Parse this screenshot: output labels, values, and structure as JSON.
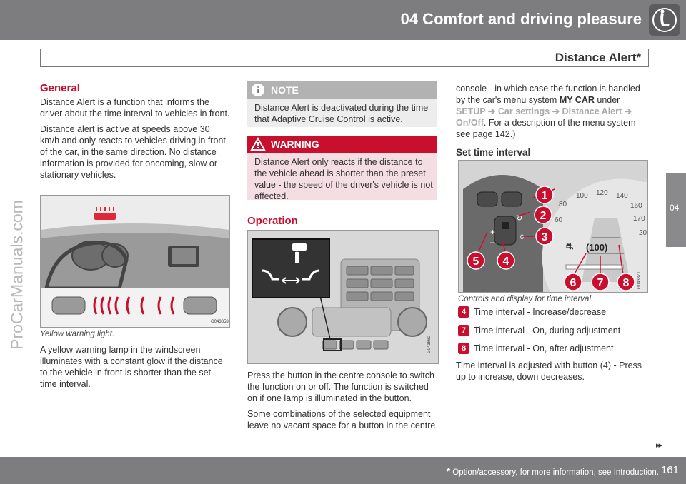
{
  "header": {
    "chapter_title": "04 Comfort and driving pleasure",
    "section_title": "Distance Alert*",
    "side_tab": "04"
  },
  "watermark": "ProCarManuals.com",
  "col1": {
    "heading": "General",
    "p1": "Distance Alert is a function that informs the driver about the time interval to vehicles in front.",
    "p2": "Distance alert is active at speeds above 30 km/h and only reacts to vehicles driving in front of the car, in the same direction. No distance information is provided for oncoming, slow or stationary vehicles.",
    "figure_code": "G043858",
    "caption": "Yellow warning light.",
    "p3": "A yellow warning lamp in the windscreen illuminates with a constant glow if the distance to the vehicle in front is shorter than the set time interval."
  },
  "col2": {
    "note": {
      "label": "NOTE",
      "text": "Distance Alert is deactivated during the time that Adaptive Cruise Control is active."
    },
    "warning": {
      "label": "WARNING",
      "text": "Distance Alert only reacts if the distance to the vehicle ahead is shorter than the preset value - the speed of the driver's vehicle is not affected."
    },
    "heading": "Operation",
    "figure_code": "G043860",
    "p1": "Press the button in the centre console to switch the function on or off. The function is switched on if one lamp is illuminated in the button.",
    "p2": "Some combinations of the selected equipment leave no vacant space for a button in the centre"
  },
  "col3": {
    "p1_start": "console - in which case the function is handled by the car's menu system ",
    "my_car": "MY CAR",
    "under": " under",
    "menu_path": {
      "setup": "SETUP",
      "car_settings": "Car settings",
      "distance_alert": "Distance Alert",
      "on_off": "On/Off"
    },
    "p1_end": ". For a description of the menu system - see page 142.)",
    "heading": "Set time interval",
    "figure_code": "G043871",
    "caption": "Controls and display for time interval.",
    "legend": [
      {
        "num": "4",
        "text": "Time interval - Increase/decrease"
      },
      {
        "num": "7",
        "text": "Time interval - On, during adjustment"
      },
      {
        "num": "8",
        "text": "Time interval - On, after adjustment"
      }
    ],
    "p2": "Time interval is adjusted with button (4) - Press up to increase, down decreases.",
    "callouts": [
      "1",
      "2",
      "3",
      "4",
      "5",
      "6",
      "7",
      "8"
    ],
    "gauge_numbers": [
      "100",
      "120",
      "140",
      "80",
      "160",
      "170",
      "60",
      "20"
    ],
    "display_value": "(100)"
  },
  "footer": {
    "asterisk": "*",
    "note": "Option/accessory, for more information, see Introduction.",
    "page_number": "161"
  },
  "next_arrows": "▸▸",
  "colors": {
    "brand_red": "#c8102e",
    "header_gray": "#7d7d7f",
    "note_gray": "#b2b2b2",
    "warning_pink": "#f4dde3"
  }
}
